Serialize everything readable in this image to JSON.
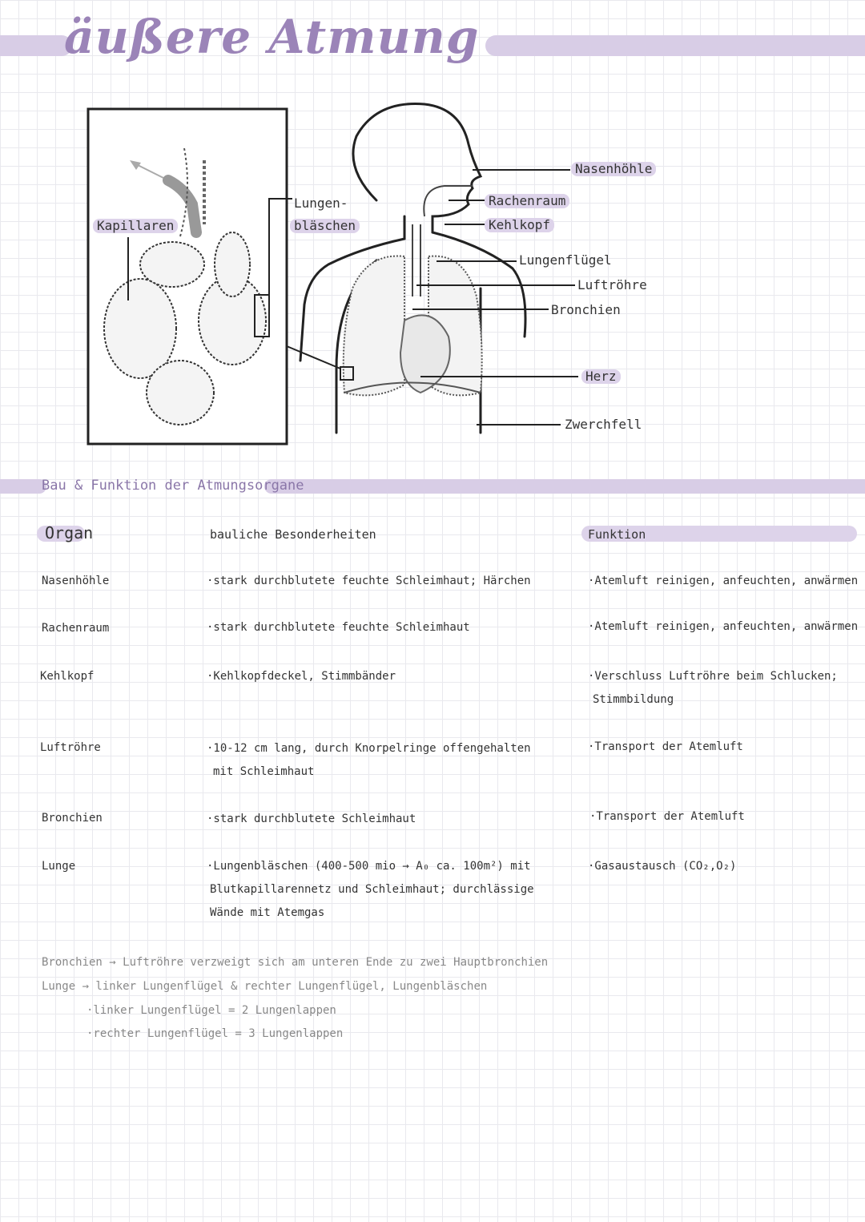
{
  "title": "äußere Atmung",
  "diagram": {
    "label_kapillaren": "Kapillaren",
    "label_lungenblaeschen_1": "Lungen-",
    "label_lungenblaeschen_2": "bläschen",
    "label_nasenhoehle": "Nasenhöhle",
    "label_rachenraum": "Rachenraum",
    "label_kehlkopf": "Kehlkopf",
    "label_lungenfluegel": "Lungenflügel",
    "label_luftroehre": "Luftröhre",
    "label_bronchien": "Bronchien",
    "label_herz": "Herz",
    "label_zwerchfell": "Zwerchfell"
  },
  "section": {
    "title": "Bau & Funktion der Atmungsorgane"
  },
  "table": {
    "headers": {
      "organ": "Organ",
      "bau": "bauliche Besonderheiten",
      "funktion": "Funktion"
    },
    "rows": [
      {
        "organ": "Nasenhöhle",
        "bau_1": "·stark durchblutete feuchte Schleimhaut; Härchen",
        "bau_2": "",
        "bau_3": "",
        "fn_1": "·Atemluft reinigen, anfeuchten, anwärmen",
        "fn_2": ""
      },
      {
        "organ": "Rachenraum",
        "bau_1": "·stark durchblutete feuchte Schleimhaut",
        "bau_2": "",
        "bau_3": "",
        "fn_1": "·Atemluft reinigen, anfeuchten, anwärmen",
        "fn_2": ""
      },
      {
        "organ": "Kehlkopf",
        "bau_1": "·Kehlkopfdeckel, Stimmbänder",
        "bau_2": "",
        "bau_3": "",
        "fn_1": "·Verschluss Luftröhre beim Schlucken;",
        "fn_2": "Stimmbildung"
      },
      {
        "organ": "Luftröhre",
        "bau_1": "·10-12 cm lang, durch Knorpelringe offengehalten",
        "bau_2": "mit Schleimhaut",
        "bau_3": "",
        "fn_1": "·Transport der Atemluft",
        "fn_2": ""
      },
      {
        "organ": "Bronchien",
        "bau_1": "·stark durchblutete Schleimhaut",
        "bau_2": "",
        "bau_3": "",
        "fn_1": "·Transport der Atemluft",
        "fn_2": ""
      },
      {
        "organ": "Lunge",
        "bau_1": "·Lungenbläschen (400-500 mio → A₀ ca. 100m²) mit",
        "bau_2": "Blutkapillarennetz und Schleimhaut; durchlässige",
        "bau_3": "Wände mit Atemgas",
        "fn_1": "·Gasaustausch (CO₂,O₂)",
        "fn_2": ""
      }
    ]
  },
  "notes": [
    "Bronchien → Luftröhre verzweigt sich am unteren Ende zu zwei Hauptbronchien",
    "Lunge → linker Lungenflügel & rechter Lungenflügel, Lungenbläschen",
    "·linker Lungenflügel = 2 Lungenlappen",
    "·rechter Lungenflügel = 3 Lungenlappen"
  ]
}
